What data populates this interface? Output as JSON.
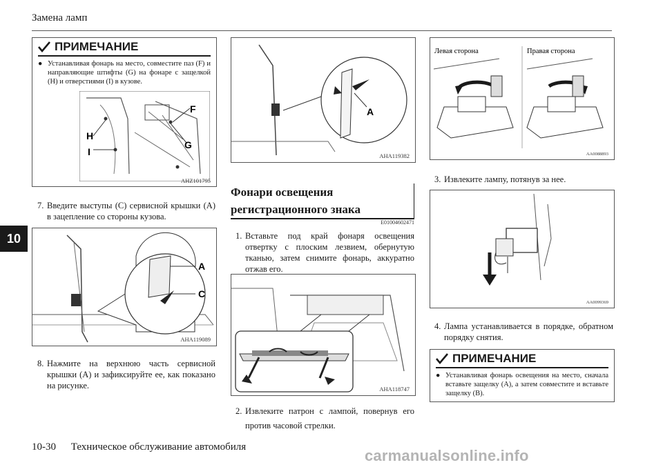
{
  "header": {
    "title": "Замена ламп",
    "chapter": "10"
  },
  "footer": {
    "page_number": "10-30",
    "book_title": "Техническое обслуживание автомобиля"
  },
  "watermark": "carmanualsonline.info",
  "left_column": {
    "note": {
      "heading": "ПРИМЕЧАНИЕ",
      "text": "Устанавливая фонарь на место, совместите паз (F) и направляющие штифты (G) на фонаре с защелкой (H) и отверстиями (I) в кузове."
    },
    "figure1": {
      "code": "AHZ101795",
      "labels": [
        "F",
        "H",
        "G",
        "I"
      ]
    },
    "step7": {
      "number": "7.",
      "text": "Введите выступы (C) сервисной крышки (A) в зацепление со стороны кузова."
    },
    "figure2": {
      "code": "AHA119089",
      "labels": [
        "A",
        "C"
      ]
    },
    "step8": {
      "number": "8.",
      "text": "Нажмите на верхнюю часть сервисной крышки (A) и зафиксируйте ее, как показано на рисунке."
    }
  },
  "middle_column": {
    "figure3": {
      "code": "AHA119382",
      "labels": [
        "A"
      ]
    },
    "section": {
      "title_line1": "Фонари освещения",
      "title_line2": "регистрационного знака",
      "code": "E01004602471"
    },
    "step1": {
      "number": "1.",
      "text": "Вставьте под край фонаря освещения отвертку с плоским лезвием, обернутую тканью, затем снимите фонарь, аккуратно отжав его."
    },
    "figure4": {
      "code": "AHA118747"
    },
    "step2": {
      "number": "2.",
      "text": "Извлеките патрон с лампой, повернув его против часовой стрелки."
    }
  },
  "right_column": {
    "figure5": {
      "code": "AA0088893",
      "left_label": "Левая сторона",
      "right_label": "Правая сторона"
    },
    "step3": {
      "number": "3.",
      "text": "Извлеките лампу, потянув за нее."
    },
    "figure6": {
      "code": "AA0099369"
    },
    "step4": {
      "number": "4.",
      "text": "Лампа устанавливается в порядке, обратном порядку снятия."
    },
    "note": {
      "heading": "ПРИМЕЧАНИЕ",
      "text": "Устанавливая фонарь освещения на место, сначала вставьте защелку (A), а затем совместите и вставьте защелку (B)."
    }
  },
  "icons": [
    "note-check-icon",
    "bullet-dot-icon"
  ]
}
